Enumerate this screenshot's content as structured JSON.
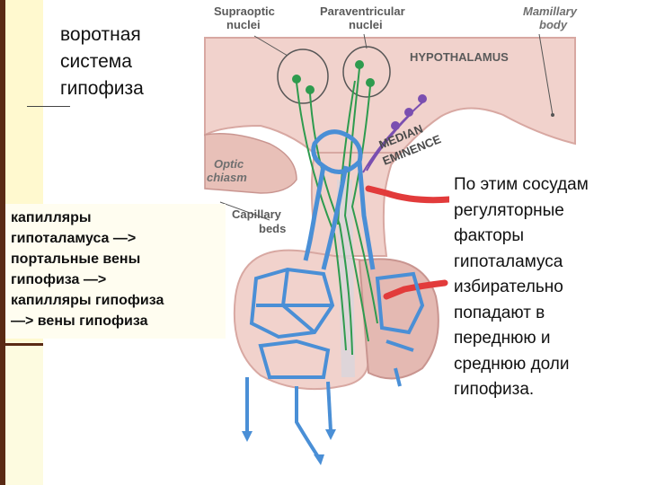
{
  "slide": {
    "title_lines": [
      "воротная",
      "система",
      "гипофиза"
    ],
    "left_note_lines": [
      "капилляры",
      "гипоталамуса —>",
      "портальные вены",
      "гипофиза —>",
      "капилляры гипофиза",
      "—> вены гипофиза"
    ],
    "right_note_lines": [
      "По этим сосудам",
      "регуляторные",
      "факторы",
      "гипоталамуса",
      "избирательно",
      "попадают в",
      "переднюю и",
      "среднюю доли",
      "гипофиза."
    ]
  },
  "diagram": {
    "labels": {
      "supraoptic_1": "Supraoptic",
      "supraoptic_2": "nuclei",
      "paraventricular_1": "Paraventricular",
      "paraventricular_2": "nuclei",
      "mamillary_1": "Mamillary",
      "mamillary_2": "body",
      "hypothalamus": "HYPOTHALAMUS",
      "median": "MEDIAN",
      "eminence": "EMINENCE",
      "optic_1": "Optic",
      "optic_2": "chiasm",
      "capillary_1": "Capillary",
      "capillary_2": "beds"
    },
    "colors": {
      "tissue": "#f0cfc8",
      "tissue_dark": "#d9a9a4",
      "vein": "#4a8fd6",
      "artery": "#e23b3b",
      "axon": "#2e9b4e",
      "neuron_purple": "#7a4fb0"
    }
  }
}
